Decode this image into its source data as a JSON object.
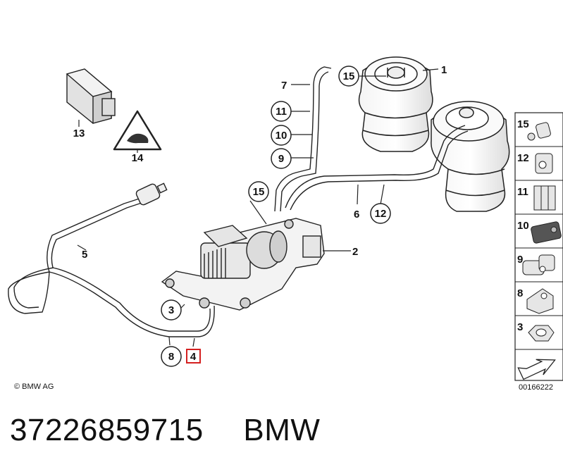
{
  "diagram": {
    "copyright": "© BMW AG",
    "drawing_number": "00166222",
    "callouts": {
      "c1": "1",
      "c2": "2",
      "c3": "3",
      "c4": "4",
      "c5": "5",
      "c6": "6",
      "c7": "7",
      "c8": "8",
      "c9": "9",
      "c10": "10",
      "c11": "11",
      "c12": "12",
      "c13": "13",
      "c14": "14",
      "c15a": "15",
      "c15b": "15"
    },
    "legend": {
      "l15": "15",
      "l12": "12",
      "l11": "11",
      "l10": "10",
      "l9": "9",
      "l8": "8",
      "l3": "3"
    },
    "highlight_color": "#d42020"
  },
  "footer": {
    "part_number": "37226859715",
    "brand": "BMW"
  }
}
